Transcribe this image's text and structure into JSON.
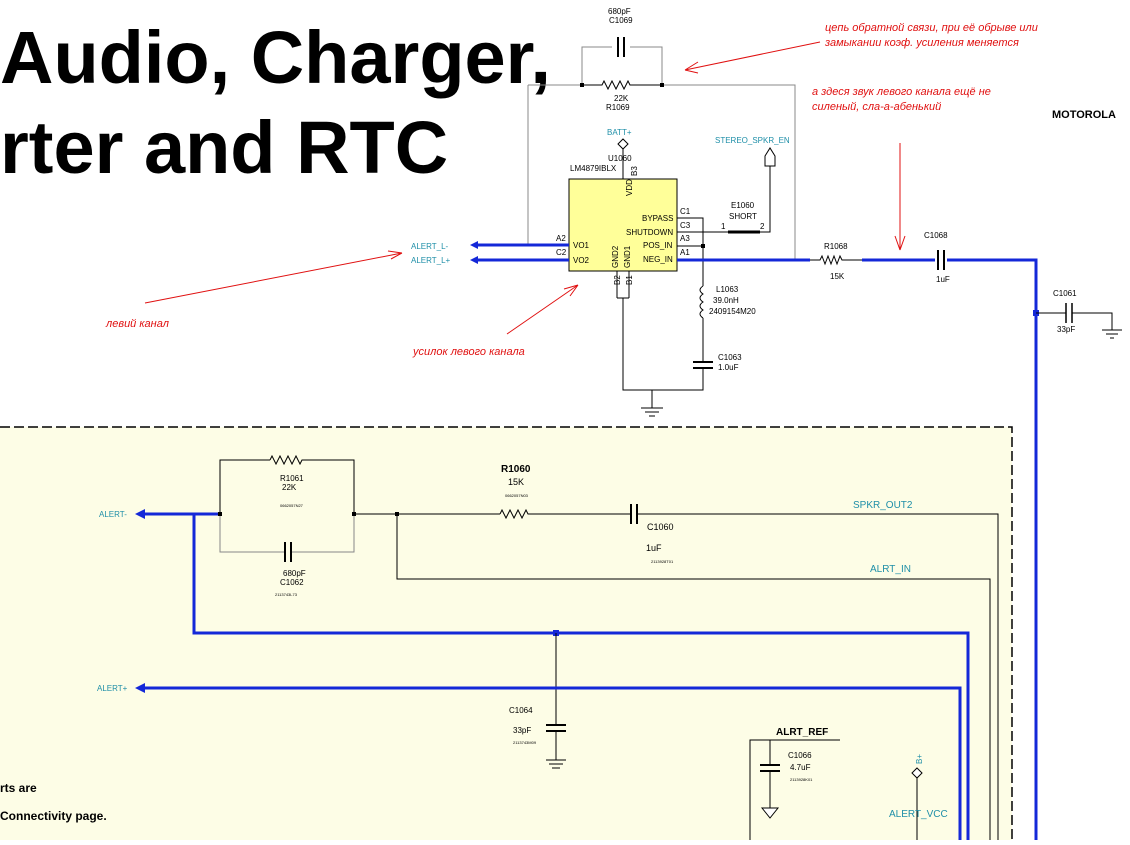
{
  "title": {
    "line1": "Audio, Charger,",
    "line2": "rter and RTC"
  },
  "brand": "MOTOROLA",
  "amplifier": {
    "ref": "U1060",
    "part": "LM4879IBLX",
    "pins": {
      "vdd": "VDD",
      "b3": "B3",
      "bypass": "BYPASS",
      "c1": "C1",
      "shutdown": "SHUTDOWN",
      "c3": "C3",
      "pos_in": "POS_IN",
      "a3": "A3",
      "neg_in": "NEG_IN",
      "a1": "A1",
      "vo1": "VO1",
      "a2": "A2",
      "vo2": "VO2",
      "c2": "C2",
      "gnd2": "GND2",
      "gnd1": "GND1",
      "b2": "B2",
      "b1": "B1"
    }
  },
  "components": {
    "c1069": {
      "value": "680pF",
      "ref": "C1069"
    },
    "r1069": {
      "value": "22K",
      "ref": "R1069"
    },
    "e1060": {
      "ref": "E1060",
      "value": "SHORT",
      "pin1": "1",
      "pin2": "2"
    },
    "r1068": {
      "ref": "R1068",
      "value": "15K"
    },
    "c1068": {
      "ref": "C1068",
      "value": "1uF"
    },
    "c1061": {
      "ref": "C1061",
      "value": "33pF"
    },
    "l1063": {
      "ref": "L1063",
      "value": "39.0nH",
      "part": "2409154M20"
    },
    "c1063": {
      "ref": "C1063",
      "value": "1.0uF"
    },
    "r1061": {
      "ref": "R1061",
      "value": "22K",
      "part": "0662057N27"
    },
    "c1062": {
      "value": "680pF",
      "ref": "C1062",
      "part": "2113743L73"
    },
    "r1060": {
      "ref": "R1060",
      "value": "15K",
      "part": "0662057N03"
    },
    "c1060": {
      "ref": "C1060",
      "value": "1uF",
      "part": "2113928T01"
    },
    "c1064": {
      "ref": "C1064",
      "value": "33pF",
      "part": "2113743M09"
    },
    "c1066": {
      "ref": "C1066",
      "value": "4.7uF",
      "part": "2113928K01"
    }
  },
  "nets": {
    "batt": "BATT+",
    "stereo_en": "STEREO_SPKR_EN",
    "alert_l_minus": "ALERT_L-",
    "alert_l_plus": "ALERT_L+",
    "alert_minus": "ALERT-",
    "alert_plus": "ALERT+",
    "spkr_out2": "SPKR_OUT2",
    "alrt_in": "ALRT_IN",
    "alrt_ref": "ALRT_REF",
    "b_plus": "B+",
    "alert_vcc": "ALERT_VCC"
  },
  "annotations": {
    "feedback_1": "цепь обратной связи, при её обрыве или",
    "feedback_2": "замыкании коэф. усиления меняется",
    "weak_1": "а здеся звук левого канала ещё не",
    "weak_2": "силеный, сла-а-абенький",
    "left_channel": "левий канал",
    "amp_left": "усилок левого канала"
  },
  "notes": {
    "line1": "rts are",
    "line2": "Connectivity page."
  },
  "colors": {
    "bus": "#1428d8",
    "net_label": "#1f8fa8",
    "annotation": "#e01010",
    "chip_fill": "#ffff99",
    "panel_fill": "#fdfde6"
  }
}
